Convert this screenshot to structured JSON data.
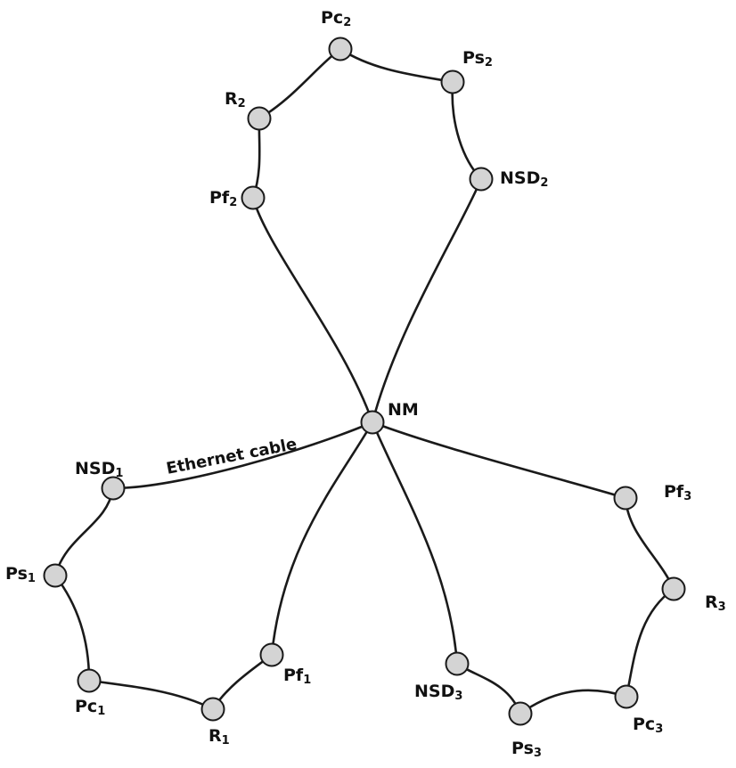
{
  "diagram": {
    "hub": {
      "id": "NM",
      "label": "NM"
    },
    "cable_label": "Ethernet cable",
    "clusters": [
      {
        "nodes": [
          {
            "id": "NSD1",
            "base": "NSD",
            "sub": "1"
          },
          {
            "id": "Ps1",
            "base": "Ps",
            "sub": "1"
          },
          {
            "id": "Pc1",
            "base": "Pc",
            "sub": "1"
          },
          {
            "id": "R1",
            "base": "R",
            "sub": "1"
          },
          {
            "id": "Pf1",
            "base": "Pf",
            "sub": "1"
          }
        ]
      },
      {
        "nodes": [
          {
            "id": "Pf2",
            "base": "Pf",
            "sub": "2"
          },
          {
            "id": "R2",
            "base": "R",
            "sub": "2"
          },
          {
            "id": "Pc2",
            "base": "Pc",
            "sub": "2"
          },
          {
            "id": "Ps2",
            "base": "Ps",
            "sub": "2"
          },
          {
            "id": "NSD2",
            "base": "NSD",
            "sub": "2"
          }
        ]
      },
      {
        "nodes": [
          {
            "id": "Pf3",
            "base": "Pf",
            "sub": "3"
          },
          {
            "id": "R3",
            "base": "R",
            "sub": "3"
          },
          {
            "id": "Pc3",
            "base": "Pc",
            "sub": "3"
          },
          {
            "id": "Ps3",
            "base": "Ps",
            "sub": "3"
          },
          {
            "id": "NSD3",
            "base": "NSD",
            "sub": "3"
          }
        ]
      }
    ]
  }
}
